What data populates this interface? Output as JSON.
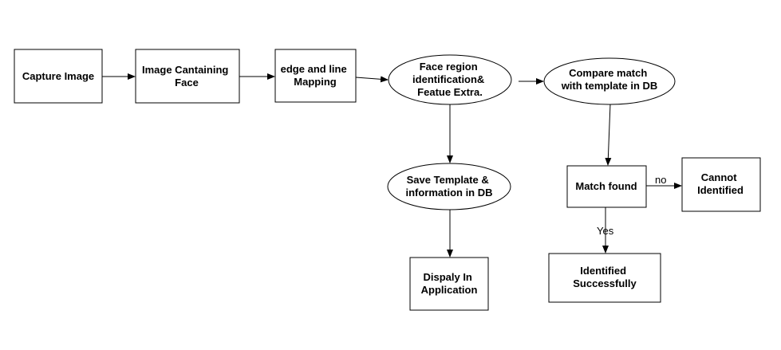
{
  "nodes": {
    "capture_image": {
      "lines": [
        "Capture Image"
      ]
    },
    "image_containing_face": {
      "lines": [
        "Image Cantaining",
        "Face"
      ]
    },
    "edge_line_mapping": {
      "lines": [
        "edge and line",
        "Mapping"
      ]
    },
    "face_region": {
      "lines": [
        "Face region",
        "identification&",
        "Featue Extra."
      ]
    },
    "compare_match": {
      "lines": [
        "Compare match",
        "with template in DB"
      ]
    },
    "save_template": {
      "lines": [
        "Save Template &",
        "information in DB"
      ]
    },
    "match_found": {
      "lines": [
        "Match found"
      ]
    },
    "cannot_identified": {
      "lines": [
        "Cannot",
        "Identified"
      ]
    },
    "display_in_app": {
      "lines": [
        "Dispaly In",
        "Application"
      ]
    },
    "identified_successfully": {
      "lines": [
        "Identified",
        "Successfully"
      ]
    }
  },
  "edge_labels": {
    "no": "no",
    "yes": "Yes"
  }
}
